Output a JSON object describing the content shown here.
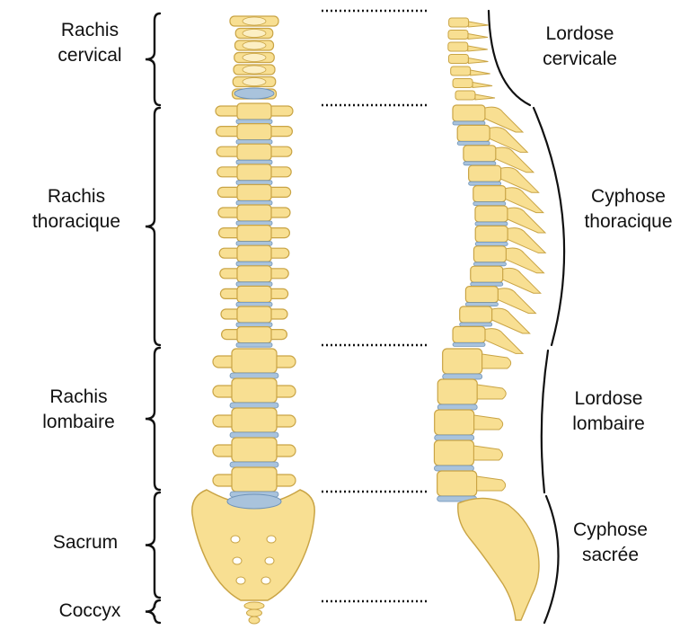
{
  "palette": {
    "bone_fill": "#f8df92",
    "bone_light": "#fcefc4",
    "bone_stroke": "#c9a445",
    "disc_fill": "#a9c3dc",
    "disc_stroke": "#6f93b8",
    "ink": "#111111"
  },
  "left_regions": [
    {
      "lines": [
        "Rachis",
        "cervical"
      ]
    },
    {
      "lines": [
        "Rachis",
        "thoracique"
      ]
    },
    {
      "lines": [
        "Rachis",
        "lombaire"
      ]
    },
    {
      "lines": [
        "Sacrum"
      ]
    },
    {
      "lines": [
        "Coccyx"
      ]
    }
  ],
  "right_curves": [
    {
      "lines": [
        "Lordose",
        "cervicale"
      ]
    },
    {
      "lines": [
        "Cyphose",
        "thoracique"
      ]
    },
    {
      "lines": [
        "Lordose",
        "lombaire"
      ]
    },
    {
      "lines": [
        "Cyphose",
        "sacrée"
      ]
    }
  ],
  "icons": {
    "front_view": "spine-front-view-illustration",
    "side_view": "spine-side-view-illustration"
  }
}
